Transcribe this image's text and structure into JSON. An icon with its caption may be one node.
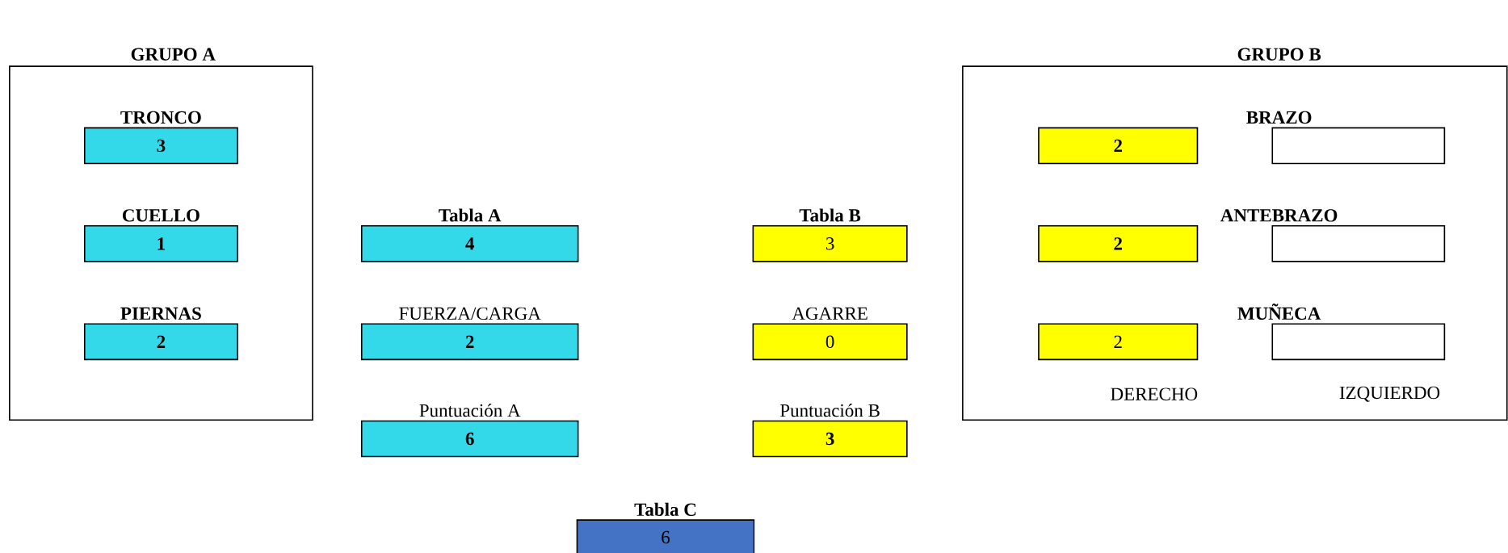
{
  "diagram": {
    "nodes": [
      {
        "text": [
          "GRUPO A"
        ]
      },
      {
        "text": [
          "TRONCO",
          "3"
        ],
        "in": 0
      },
      {
        "text": [
          "CUELLO",
          "1"
        ],
        "in": 0
      },
      {
        "text": [
          "PIERNAS",
          "2"
        ],
        "in": 0
      },
      {
        "text": [
          "Tabla A",
          "4"
        ]
      },
      {
        "text": [
          "FUERZA/CARGA",
          "2"
        ]
      },
      {
        "text": [
          "Puntuación A",
          "6"
        ]
      },
      {
        "text": [
          "Tabla B",
          "3"
        ]
      },
      {
        "text": [
          "AGARRE",
          "0"
        ]
      },
      {
        "text": [
          "Puntuación B",
          "3"
        ]
      },
      {
        "text": [
          "Tabla C",
          "6"
        ]
      },
      {
        "text": [
          "GRUPO B"
        ]
      },
      {
        "text": [
          "BRAZO",
          "2"
        ],
        "in": 11
      },
      {
        "text": [],
        "shape": "box",
        "in": 11
      },
      {
        "text": [
          "ANTEBRAZO",
          "2"
        ],
        "in": 11
      },
      {
        "text": [],
        "shape": "box",
        "in": 11
      },
      {
        "text": [
          "MUÑECA",
          "2"
        ],
        "in": 11
      },
      {
        "text": [],
        "shape": "box",
        "in": 11
      }
    ],
    "labels": [
      "DERECHO",
      "IZQUIERDO"
    ]
  }
}
